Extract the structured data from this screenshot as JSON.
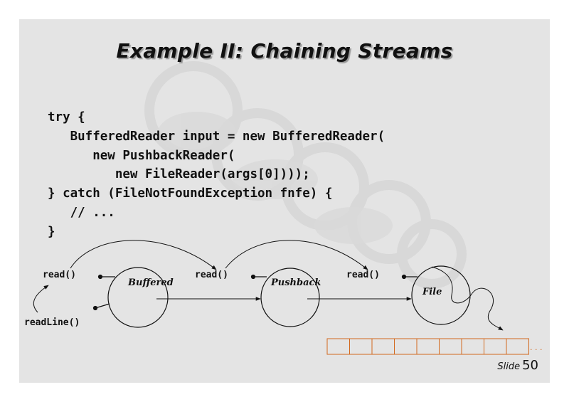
{
  "slide": {
    "title": "Example II: Chaining Streams",
    "code_lines": [
      "try {",
      "   BufferedReader input = new BufferedReader(",
      "      new PushbackReader(",
      "         new FileReader(args[0])));",
      "} catch (FileNotFoundException fnfe) {",
      "   // ...",
      "}"
    ],
    "number_label": "Slide",
    "number": "50"
  },
  "diagram": {
    "streams": [
      {
        "name": "Buffered",
        "methods": [
          "read()",
          "readLine()"
        ]
      },
      {
        "name": "Pushback",
        "methods": [
          "read()"
        ]
      },
      {
        "name": "File",
        "methods": [
          "read()"
        ]
      }
    ],
    "ellipsis": ". . .",
    "buffer_cells": 9
  },
  "colors": {
    "background": "#e4e4e4",
    "text": "#111111",
    "buffer_outline": "#d2691e",
    "title_shadow": "#9a9a9a"
  }
}
